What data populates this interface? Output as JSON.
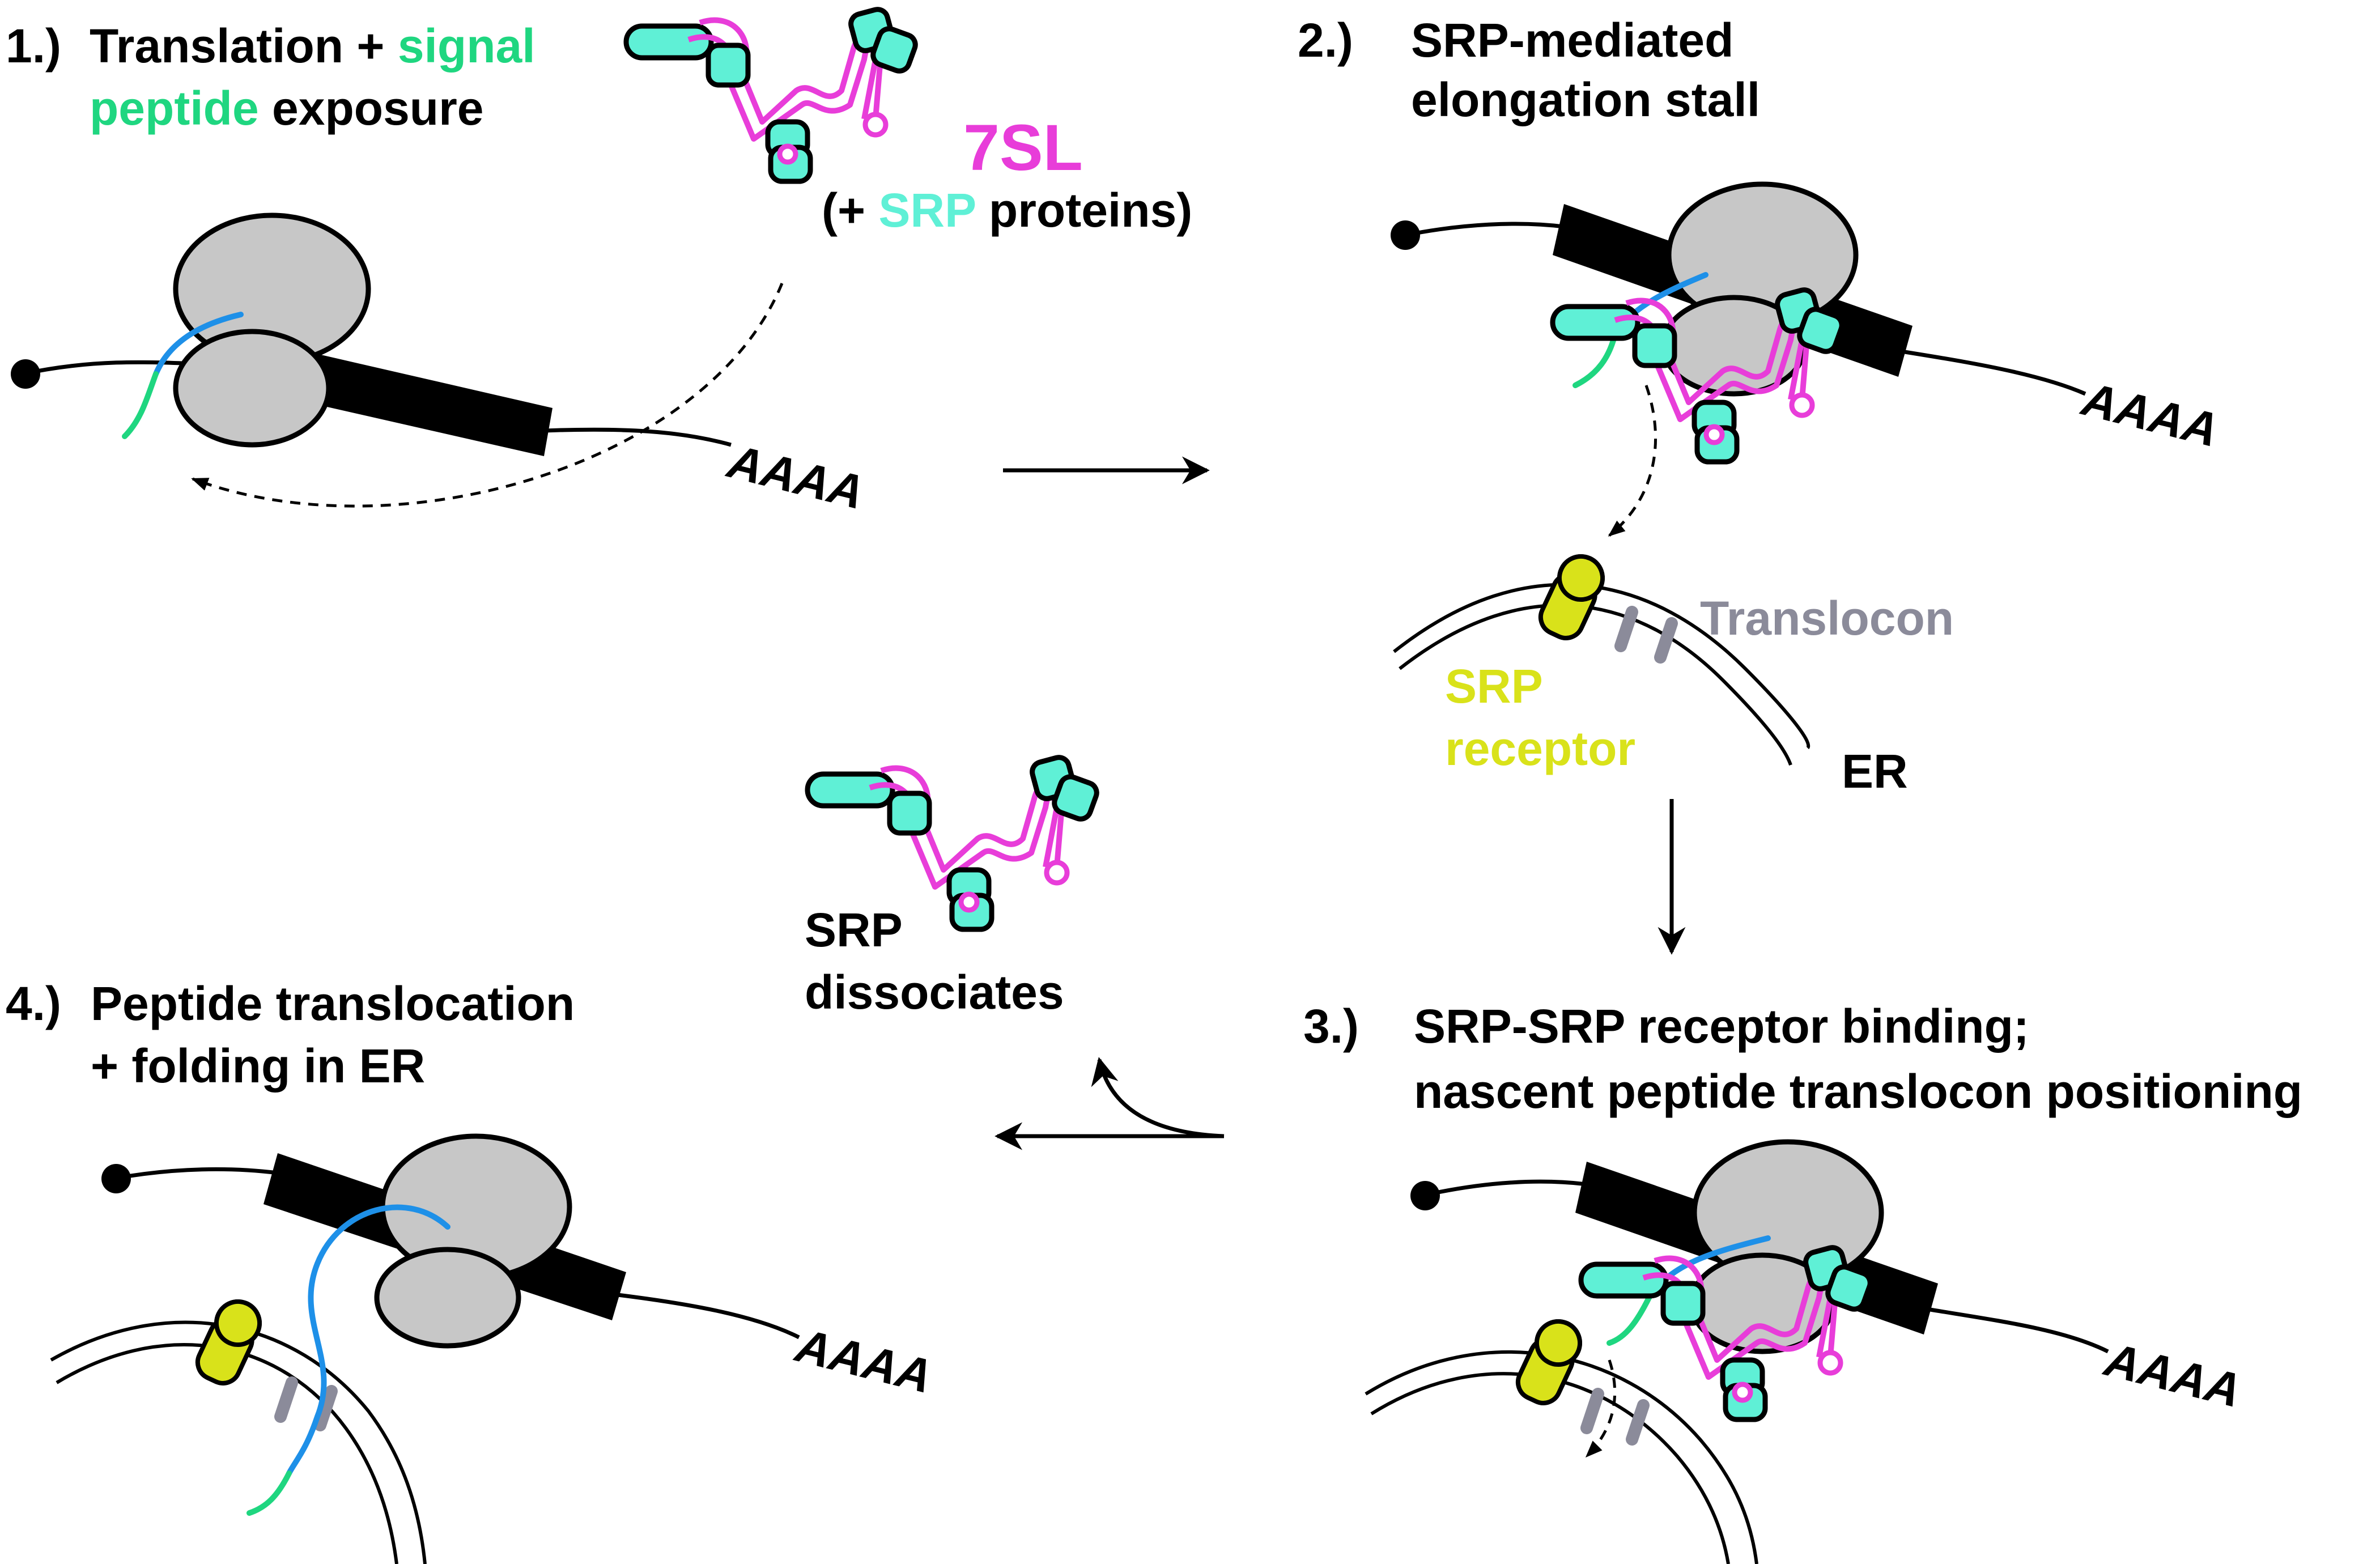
{
  "steps": {
    "s1": {
      "num": "1.)",
      "line1_a": "Translation + ",
      "line1_b": "signal",
      "line2_a": "peptide",
      "line2_b": " exposure"
    },
    "s2": {
      "num": "2.)",
      "line1": "SRP-mediated",
      "line2": "elongation stall"
    },
    "s3": {
      "num": "3.)",
      "line1": "SRP-SRP receptor binding;",
      "line2": "nascent peptide translocon positioning"
    },
    "s4": {
      "num": "4.)",
      "line1": "Peptide translocation",
      "line2": "+ folding in ER"
    }
  },
  "labels": {
    "rna_7sl": "7SL",
    "srp_proteins_open": "(+ ",
    "srp_proteins_srp": "SRP",
    "srp_proteins_rest": " proteins)",
    "translocon": "Translocon",
    "srp_receptor_1": "SRP",
    "srp_receptor_2": "receptor",
    "er": "ER",
    "srp_dissociates_1": "SRP",
    "srp_dissociates_2": "dissociates",
    "poly_a": "AAAA"
  },
  "colors": {
    "signal_green": "#1fd680",
    "rna_magenta": "#e83dd9",
    "srp_cyan": "#5ff0d6",
    "receptor_yellow": "#d9e21a",
    "translocon_gray": "#8b8b9a",
    "peptide_blue": "#1e90e8",
    "ribosome_gray": "#c7c7c7"
  }
}
